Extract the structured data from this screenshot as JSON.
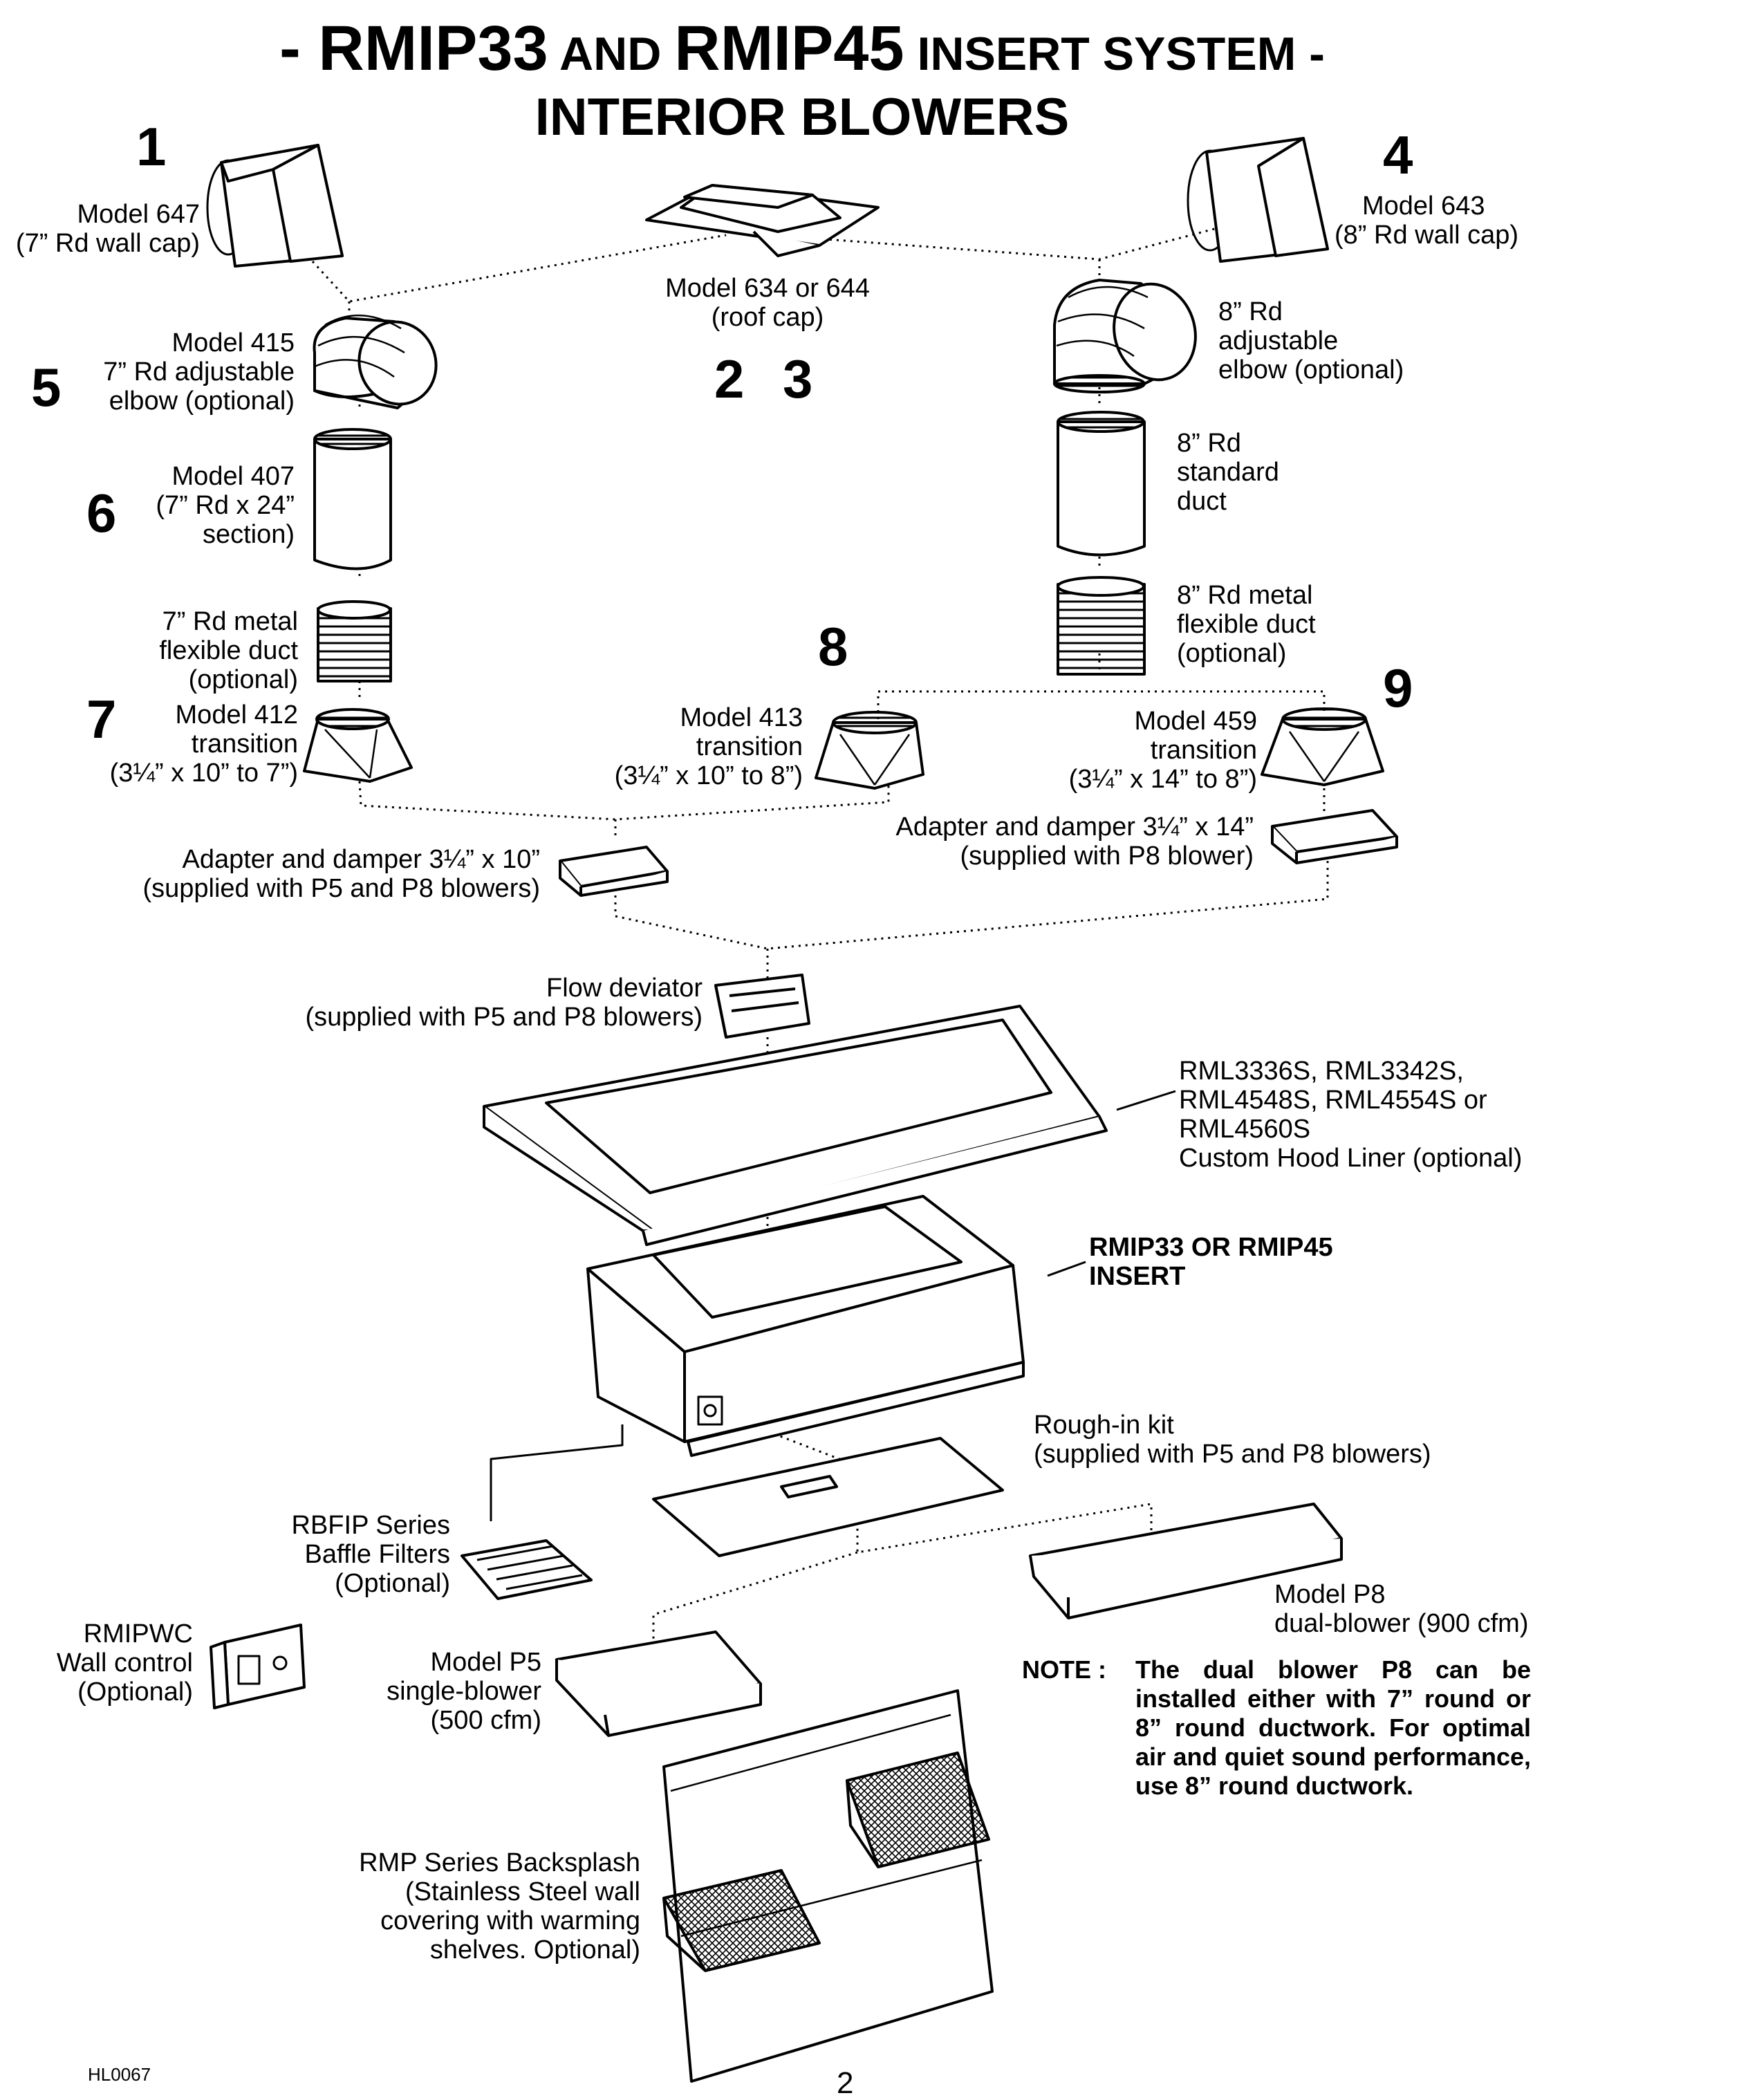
{
  "title": {
    "line1_a": "- RMIP33",
    "line1_b": " AND ",
    "line1_c": "RMIP45",
    "line1_d": " INSERT SYSTEM -",
    "line2": "INTERIOR BLOWERS"
  },
  "numbers": [
    "1",
    "2",
    "3",
    "4",
    "5",
    "6",
    "7",
    "8",
    "9"
  ],
  "labels": {
    "m647": [
      "Model 647",
      "(7” Rd wall cap)"
    ],
    "m643": [
      "Model 643",
      "(8” Rd wall cap)"
    ],
    "m634": [
      "Model 634 or 644",
      "(roof cap)"
    ],
    "m415": [
      "Model 415",
      "7” Rd adjustable",
      "elbow (optional)"
    ],
    "elbow8": [
      "8” Rd",
      "adjustable",
      "elbow (optional)"
    ],
    "m407": [
      "Model 407",
      "(7” Rd x 24”",
      "section)"
    ],
    "duct8": [
      "8” Rd",
      "standard",
      "duct"
    ],
    "flex7": [
      "7” Rd metal",
      "flexible duct",
      "(optional)"
    ],
    "flex8": [
      "8” Rd metal",
      "flexible duct",
      "(optional)"
    ],
    "m412": [
      "Model 412",
      "transition",
      "(3¼” x 10” to 7”)"
    ],
    "m413": [
      "Model 413",
      "transition",
      "(3¼” x 10” to 8”)"
    ],
    "m459": [
      "Model 459",
      "transition",
      "(3¼” x 14” to 8”)"
    ],
    "adapter10": [
      "Adapter and damper 3¼” x 10”",
      "(supplied with P5 and P8 blowers)"
    ],
    "adapter14": [
      "Adapter and damper 3¼” x 14”",
      "(supplied with P8 blower)"
    ],
    "deviator": [
      "Flow deviator",
      "(supplied with P5 and P8 blowers)"
    ],
    "liner": [
      "RML3336S, RML3342S,",
      "RML4548S, RML4554S or",
      "RML4560S",
      "Custom Hood Liner (optional)"
    ],
    "insert": [
      "RMIP33 OR RMIP45",
      "INSERT"
    ],
    "rough": [
      "Rough-in kit",
      "(supplied with P5 and P8 blowers)"
    ],
    "baffle": [
      "RBFIP Series",
      "Baffle Filters",
      "(Optional)"
    ],
    "p8": [
      "Model P8",
      "dual-blower (900 cfm)"
    ],
    "wallctl": [
      "RMIPWC",
      "Wall control",
      "(Optional)"
    ],
    "p5": [
      "Model P5",
      "single-blower",
      "(500 cfm)"
    ],
    "backsplash": [
      "RMP Series Backsplash",
      "(Stainless Steel wall",
      "covering with warming",
      "shelves. Optional)"
    ]
  },
  "note": {
    "label": "NOTE :",
    "text": "The dual blower P8 can be installed either with 7” round or 8” round ductwork. For optimal air and quiet sound performance, use 8” round ductwork."
  },
  "footer": {
    "code": "HL0067",
    "page": "2"
  },
  "colors": {
    "ink": "#000000",
    "paper": "#ffffff"
  }
}
